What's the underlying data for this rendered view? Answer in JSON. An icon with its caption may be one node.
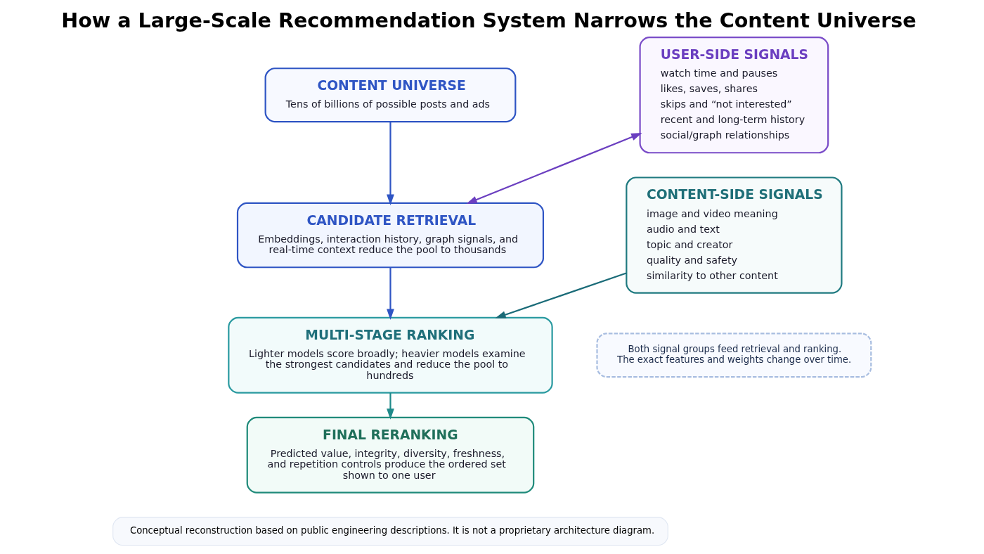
{
  "diagram": {
    "title": "How a Large-Scale Recommendation System Narrows the Content Universe",
    "caption": "Conceptual reconstruction based on public engineering descriptions. It is not a proprietary architecture diagram.",
    "nodes": [
      {
        "text": [
          "CONTENT UNIVERSE",
          "Tens of billions of possible posts and ads"
        ]
      },
      {
        "text": [
          "CANDIDATE RETRIEVAL",
          "Embeddings, interaction history, graph signals, and real-time context reduce the pool to thousands"
        ]
      },
      {
        "text": [
          "MULTI-STAGE RANKING",
          "Lighter models score broadly; heavier models examine the strongest candidates and reduce the pool to hundreds"
        ]
      },
      {
        "text": [
          "FINAL RERANKING",
          "Predicted value, integrity, diversity, freshness, and repetition controls produce the ordered set shown to one user"
        ]
      },
      {
        "text": [
          "USER-SIDE SIGNALS",
          "watch time and pauses",
          "likes, saves, shares",
          "skips and “not interested”",
          "recent and long-term history",
          "social/graph relationships"
        ]
      },
      {
        "text": [
          "CONTENT-SIDE SIGNALS",
          "image and video meaning",
          "audio and text",
          "topic and creator",
          "quality and safety",
          "similarity to other content"
        ]
      },
      {
        "text": [
          "Both signal groups feed retrieval and ranking. The exact features and weights change over time."
        ]
      }
    ],
    "edges": [
      {
        "from": 0,
        "to": 1,
        "arrow": "to",
        "color": "#2f55c4"
      },
      {
        "from": 1,
        "to": 2,
        "arrow": "to",
        "color": "#2f55c4"
      },
      {
        "from": 2,
        "to": 3,
        "arrow": "to",
        "color": "#1f8a8a"
      },
      {
        "from": 4,
        "to": 1,
        "arrow": "both",
        "color": "#6b3fc0"
      },
      {
        "from": 5,
        "to": 2,
        "arrow": "to",
        "color": "#1a6b78"
      }
    ]
  }
}
